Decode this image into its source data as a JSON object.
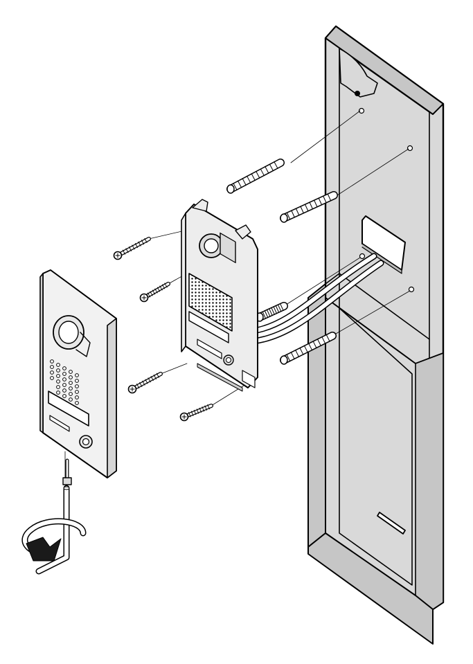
{
  "diagram": {
    "kind": "exploded-installation-illustration",
    "colors": {
      "line": "#000000",
      "panel_fill": "#d9d9d9",
      "panel_shadow": "#c6c6c6",
      "device_fill": "#ededed",
      "arrow_fill": "#1a1a1a",
      "background": "#ffffff"
    },
    "parts": [
      {
        "id": "mounting-panel",
        "icon": "wall-panel-icon"
      },
      {
        "id": "cover-plate",
        "icon": "door-station-cover-icon"
      },
      {
        "id": "unit-body",
        "icon": "door-station-body-icon"
      },
      {
        "id": "wall-anchors",
        "icon": "wall-anchor-icon",
        "count": 4
      },
      {
        "id": "mounting-screws",
        "icon": "screw-icon",
        "count": 4
      },
      {
        "id": "security-screw",
        "icon": "security-screw-icon"
      },
      {
        "id": "hex-key",
        "icon": "hex-key-icon"
      },
      {
        "id": "turn-arrow",
        "icon": "rotation-arrow-icon"
      },
      {
        "id": "cable",
        "icon": "cable-icon"
      }
    ]
  }
}
